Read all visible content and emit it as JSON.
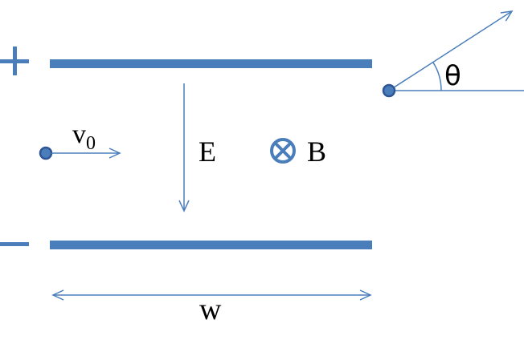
{
  "diagram": {
    "top_plate_sign": "+",
    "bottom_plate_sign": "−",
    "velocity_label": "v",
    "velocity_subscript": "0",
    "field_e_label": "E",
    "field_b_label": "B",
    "width_label": "w",
    "angle_label": "θ",
    "colors": {
      "plate": "#4a7ebb",
      "arrow": "#4a7ebb",
      "particle_fill": "#4a7ebb",
      "particle_stroke": "#2f5597",
      "text": "#000000"
    }
  }
}
